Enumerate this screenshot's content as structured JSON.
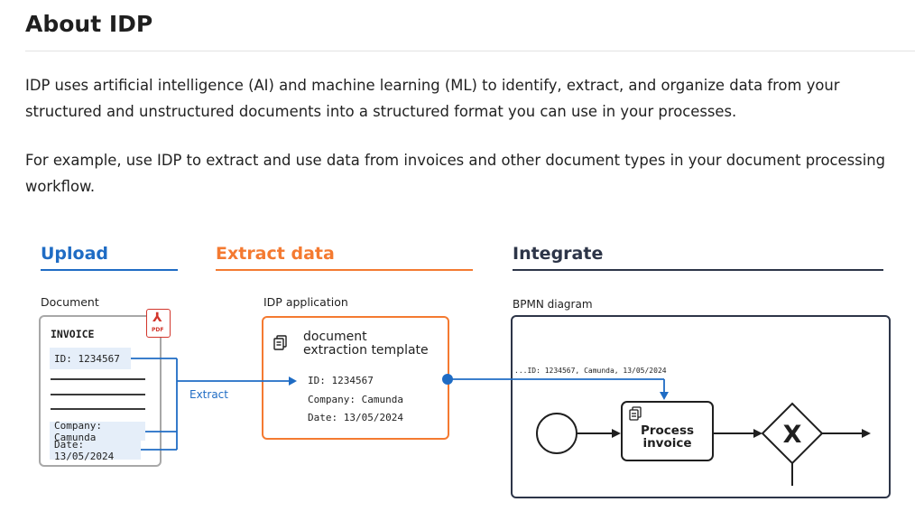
{
  "page": {
    "title": "About IDP",
    "paragraph_1": "IDP uses artificial intelligence (AI) and machine learning (ML) to identify, extract, and organize data from your structured and unstructured documents into a structured format you can use in your processes.",
    "paragraph_2": "For example, use IDP to extract and use data from invoices and other document types in your document processing workflow."
  },
  "diagram": {
    "sections": {
      "upload": "Upload",
      "extract": "Extract data",
      "integrate": "Integrate"
    },
    "colors": {
      "upload": "#1f6cc4",
      "extract": "#f47a31",
      "integrate": "#2d3548"
    },
    "document": {
      "label": "Document",
      "heading": "INVOICE",
      "id": "ID: 1234567",
      "company": "Company: Camunda",
      "date": "Date: 13/05/2024",
      "file_icon": "pdf-file-icon",
      "file_icon_text": "PDF"
    },
    "extract_label": "Extract",
    "app": {
      "label": "IDP application",
      "template_line1": "document",
      "template_line2": "extraction template",
      "icon": "document-template-icon",
      "id": "ID: 1234567",
      "company": "Company: Camunda",
      "date": "Date: 13/05/2024"
    },
    "bpmn": {
      "label": "BPMN diagram",
      "annotation": "...ID: 1234567, Camunda, 13/05/2024",
      "task_line1": "Process",
      "task_line2": "invoice",
      "task_icon": "document-template-icon",
      "gateway_symbol": "X"
    }
  }
}
